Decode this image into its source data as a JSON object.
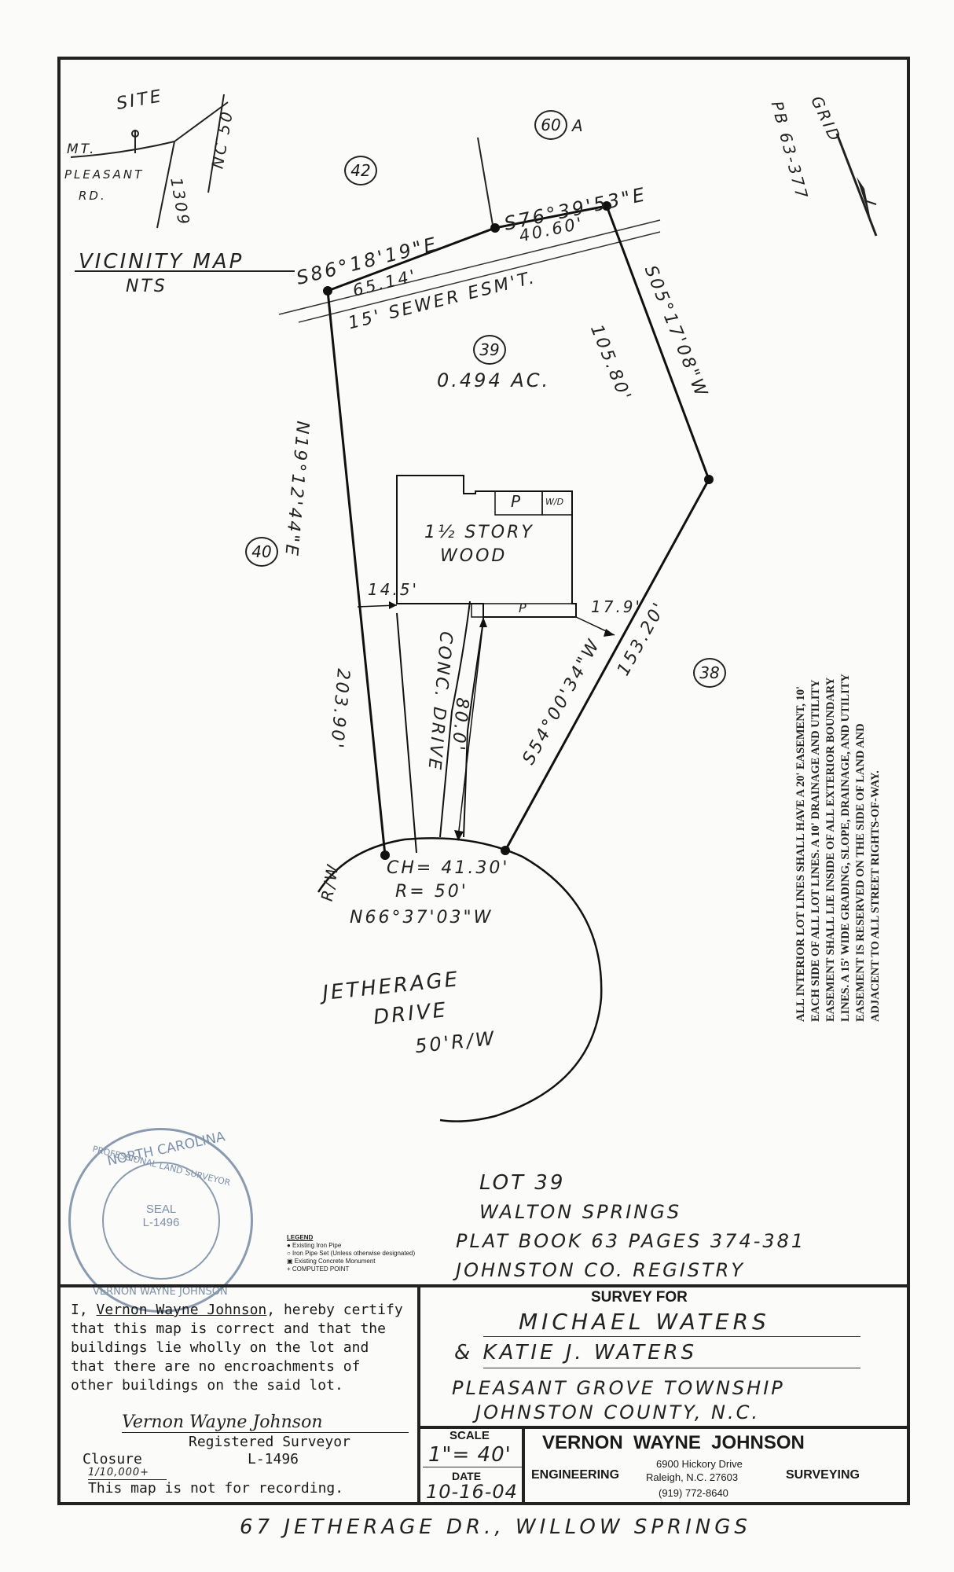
{
  "vicinity": {
    "site": "SITE",
    "mt": "MT.",
    "pleasant_rd": "PLEASANT",
    "rd": "RD.",
    "sr_1309": "1309",
    "nc_50": "NC 50",
    "title": "VICINITY MAP",
    "nts": "NTS"
  },
  "grid": "GRID",
  "pb_ref": "PB 63-377",
  "lots": {
    "lot_42": "42",
    "lot_60a": "60",
    "lot_60a_suffix": "A",
    "lot_39": "39",
    "lot_40": "40",
    "lot_38": "38"
  },
  "bearings": {
    "north_line_west": "S86°18'19\"E",
    "north_line_west_dist": "65.14'",
    "north_line_east": "S76°39'53\"E",
    "north_line_east_dist": "40.60'",
    "sewer": "15' SEWER ESM'T.",
    "east_line": "S05°17'08\"W",
    "east_line_dist": "105.80'",
    "west_line": "N19°12'44\"E",
    "west_line_dist": "203.90'",
    "southeast_line": "S54°00'34\"W",
    "southeast_line_dist": "153.20'"
  },
  "acreage": "0.494 AC.",
  "house": {
    "line1": "1½ STORY",
    "line2": "WOOD",
    "porch_p": "P",
    "wd": "W/D",
    "porch_front": "P"
  },
  "offsets": {
    "west": "14.5'",
    "east": "17.9'",
    "drive_len": "80.0'"
  },
  "drive": "CONC. DRIVE",
  "rw": "R/W",
  "curve": {
    "chord": "CH= 41.30'",
    "radius": "R= 50'",
    "bearing": "N66°37'03\"W"
  },
  "street": {
    "line1": "JETHERAGE",
    "line2": "DRIVE",
    "line3": "50'R/W"
  },
  "easement_note": "ALL INTERIOR LOT LINES SHALL HAVE A 20' EASEMENT, 10' EACH SIDE OF ALL LOT LINES. A 10' DRAINAGE AND UTILITY EASEMENT SHALL LIE INSIDE OF ALL EXTERIOR BOUNDARY LINES. A 15' WIDE GRADING, SLOPE, DRAINAGE, AND UTILITY EASEMENT IS RESERVED ON THE SIDE OF LAND AND ADJACENT TO ALL STREET RIGHTS-OF-WAY.",
  "legal": {
    "lot": "LOT 39",
    "subdivision": "WALTON SPRINGS",
    "plat": "PLAT BOOK 63 PAGES 374-381",
    "registry": "JOHNSTON CO. REGISTRY"
  },
  "legend": {
    "title": "LEGEND",
    "item1": "● Existing Iron Pipe",
    "item2": "○ Iron Pipe Set (Unless otherwise designated)",
    "item3": "▣ Existing Concrete Monument",
    "item4": "+ COMPUTED POINT"
  },
  "seal": {
    "outer_top": "NORTH CAROLINA",
    "ring": "PROFESSIONAL LAND SURVEYOR",
    "center1": "SEAL",
    "center2": "L-1496",
    "bottom": "VERNON WAYNE JOHNSON"
  },
  "certification": {
    "pre": "I, ",
    "name": "Vernon Wayne Johnson",
    "post": ", hereby certify that this map is correct and that the buildings lie wholly on the lot and that there are no encroachments of other buildings on the said lot.",
    "signature": "Vernon Wayne Johnson",
    "title": "Registered Surveyor",
    "license": "L-1496",
    "closure_label": "Closure",
    "closure_value": "1/10,000+",
    "not_recording": "This map is not for recording."
  },
  "survey": {
    "header": "SURVEY FOR",
    "client1": "MICHAEL WATERS",
    "client2": "& KATIE J. WATERS",
    "township": "PLEASANT GROVE TOWNSHIP",
    "county": "JOHNSTON COUNTY, N.C."
  },
  "scale": {
    "label": "SCALE",
    "value": "1\"= 40'",
    "date_label": "DATE",
    "date_value": "10-16-04"
  },
  "firm": {
    "name": "VERNON  WAYNE  JOHNSON",
    "left": "ENGINEERING",
    "address1": "6900 Hickory Drive",
    "address2": "Raleigh, N.C. 27603",
    "phone": "(919) 772-8640",
    "right": "SURVEYING"
  },
  "address": "67 JETHERAGE DR., WILLOW SPRINGS"
}
